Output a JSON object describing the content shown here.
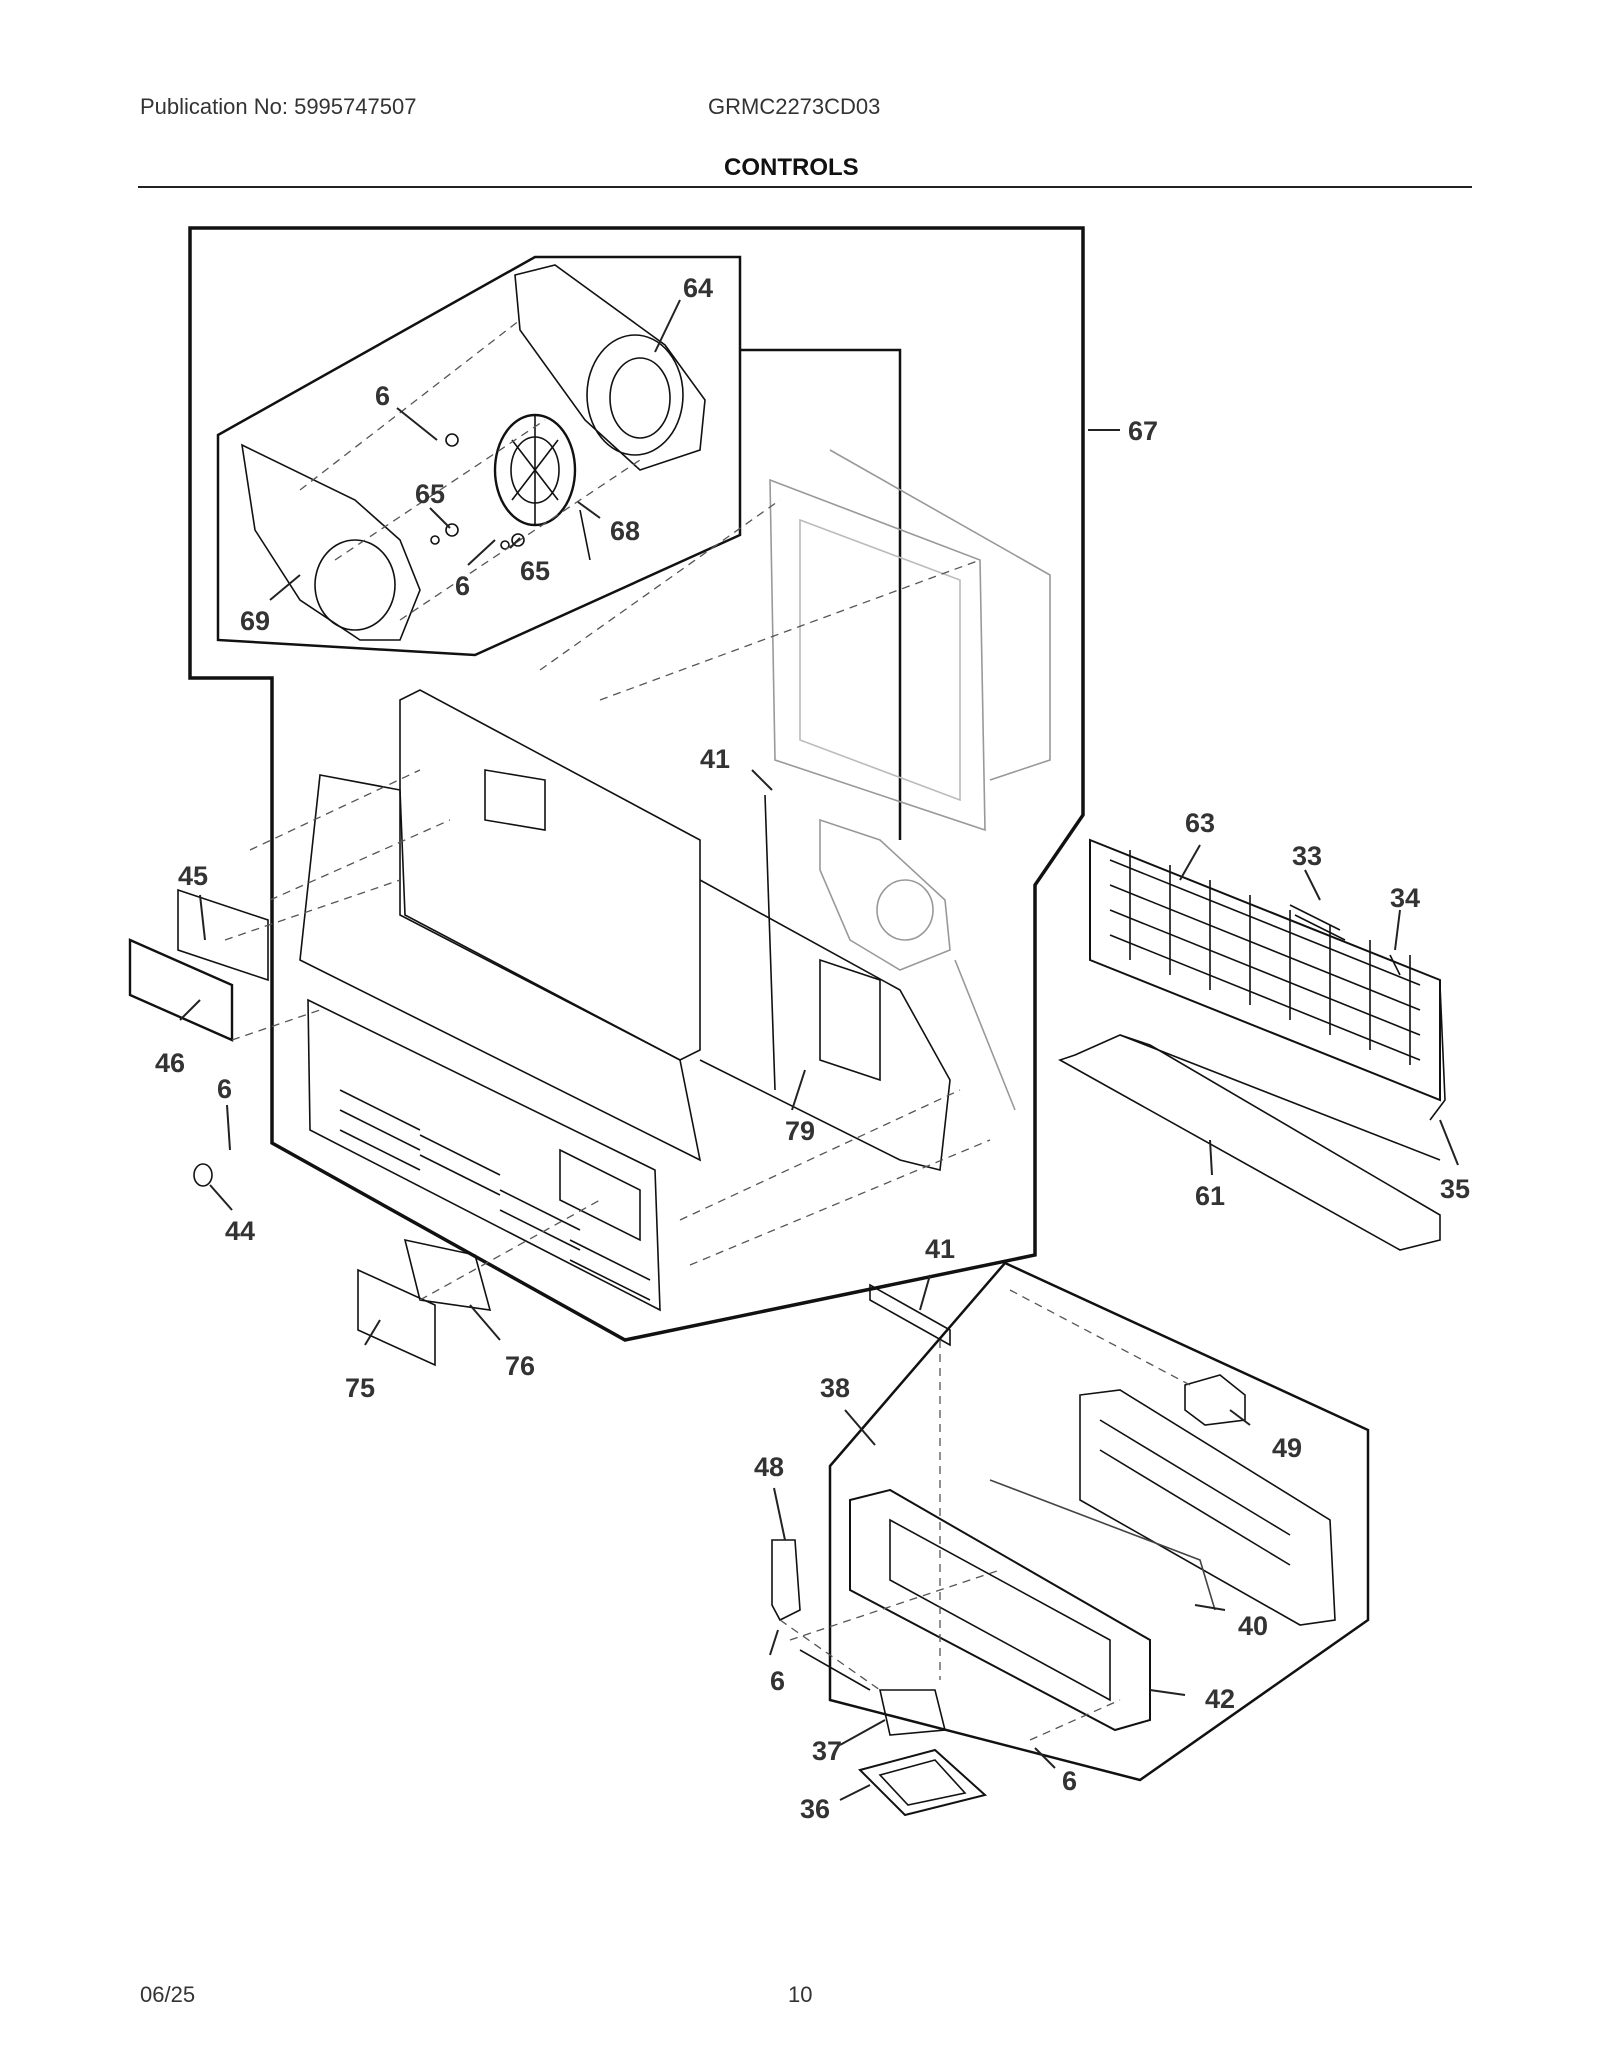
{
  "header": {
    "publication": "Publication No: 5995747507",
    "model": "GRMC2273CD03",
    "section_title": "CONTROLS"
  },
  "callouts": {
    "c64": "64",
    "c6a": "6",
    "c67": "67",
    "c65a": "65",
    "c68": "68",
    "c6b": "6",
    "c65b": "65",
    "c69": "69",
    "c41a": "41",
    "c63": "63",
    "c33": "33",
    "c34": "34",
    "c45": "45",
    "c46": "46",
    "c6c": "6",
    "c79": "79",
    "c35": "35",
    "c61": "61",
    "c44": "44",
    "c41b": "41",
    "c76": "76",
    "c75": "75",
    "c38": "38",
    "c49": "49",
    "c48": "48",
    "c40": "40",
    "c6d": "6",
    "c42": "42",
    "c37": "37",
    "c6e": "6",
    "c36": "36"
  },
  "footer": {
    "date": "06/25",
    "page": "10"
  }
}
